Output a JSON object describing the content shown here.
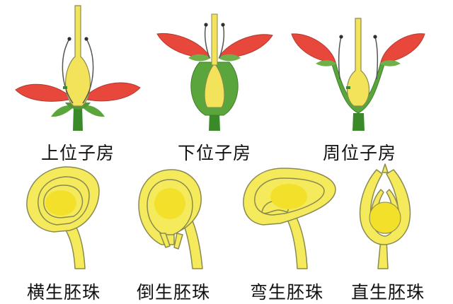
{
  "ovary_labels": [
    "上位子房",
    "下位子房",
    "周位子房"
  ],
  "ovule_labels": [
    "横生胚珠",
    "倒生胚珠",
    "弯生胚珠",
    "直生胚珠"
  ],
  "colors": {
    "petal": "#e8473b",
    "petal_tip": "#f08a7d",
    "sepal": "#5aa63d",
    "stem": "#3a8a2a",
    "ovary_yellow": "#f3e35a",
    "ovule_yellow": "#f5ea5c",
    "ovule_core": "#f2e02a",
    "outline": "#8a8a50",
    "stigma": "#2f2f2f"
  }
}
